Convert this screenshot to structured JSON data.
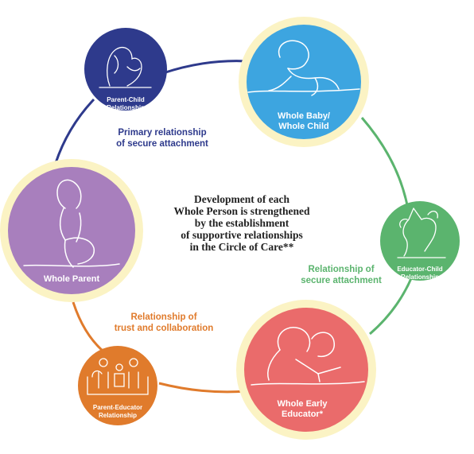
{
  "center_text": [
    "Development of each",
    "Whole Person is strengthened",
    "by the establishment",
    "of supportive relationships",
    "in the Circle of Care**"
  ],
  "nodes": {
    "whole_baby": {
      "label_lines": [
        "Whole Baby/",
        "Whole Child"
      ],
      "color": "#3da5e0",
      "halo": "#fbf3c4",
      "icon": "baby-crawling-icon"
    },
    "whole_parent": {
      "label_lines": [
        "Whole Parent"
      ],
      "color": "#a87fbd",
      "halo": "#fbf3c4",
      "icon": "pregnant-parent-icon"
    },
    "whole_educator": {
      "label_lines": [
        "Whole Early",
        "Educator*"
      ],
      "color": "#ea6b6b",
      "halo": "#fbf3c4",
      "icon": "educator-reading-icon"
    },
    "parent_child": {
      "label_lines": [
        "Parent-Child",
        "Relationship"
      ],
      "color": "#2e3a8c",
      "icon": "parent-holding-child-icon"
    },
    "educator_child": {
      "label_lines": [
        "Educator-Child",
        "Relationship"
      ],
      "color": "#5bb46e",
      "icon": "educator-child-highfive-icon"
    },
    "parent_educator": {
      "label_lines": [
        "Parent-Educator",
        "Relationship"
      ],
      "color": "#e07b2c",
      "icon": "family-on-sofa-icon"
    }
  },
  "relationships": {
    "primary": {
      "lines": [
        "Primary relationship",
        "of secure attachment"
      ],
      "color": "#2e3a8c"
    },
    "secure": {
      "lines": [
        "Relationship of",
        "secure attachment"
      ],
      "color": "#5bb46e"
    },
    "trust": {
      "lines": [
        "Relationship of",
        "trust and collaboration"
      ],
      "color": "#e07b2c"
    }
  }
}
